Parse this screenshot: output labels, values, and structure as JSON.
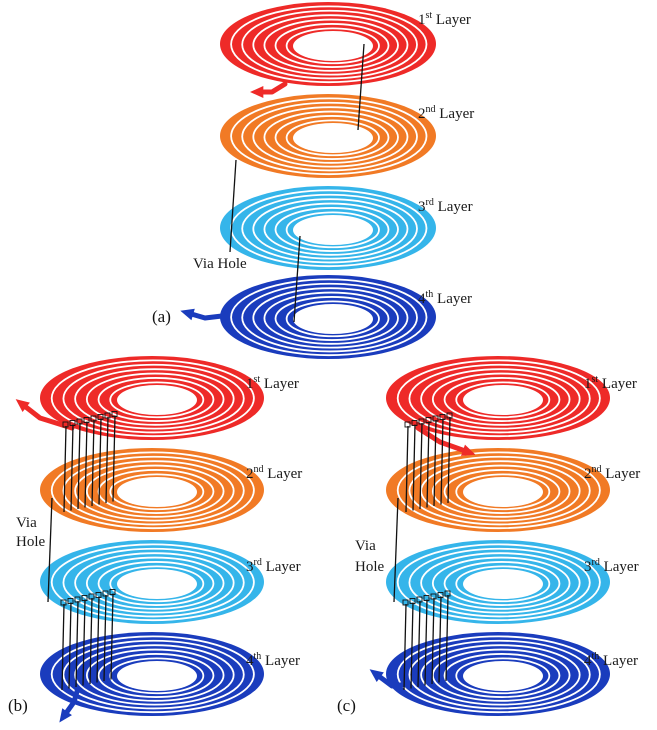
{
  "colors": {
    "layer1": "#ee2a28",
    "layer2": "#f17a25",
    "layer3": "#35b5ea",
    "layer4": "#1a3cbd",
    "gap": "#ffffff",
    "via": "#111111"
  },
  "layer_words": {
    "l1_num": "1",
    "l1_sup": "st",
    "l2_num": "2",
    "l2_sup": "nd",
    "l3_num": "3",
    "l3_sup": "rd",
    "l4_num": "4",
    "l4_sup": "th",
    "word": "Layer"
  },
  "labels": {
    "via_hole_a": "Via Hole",
    "via_a": "Via",
    "hole_a": "Hole"
  },
  "panels": {
    "a": "(a)",
    "b": "(b)",
    "c": "(c)"
  },
  "turns_per_layer": 6
}
